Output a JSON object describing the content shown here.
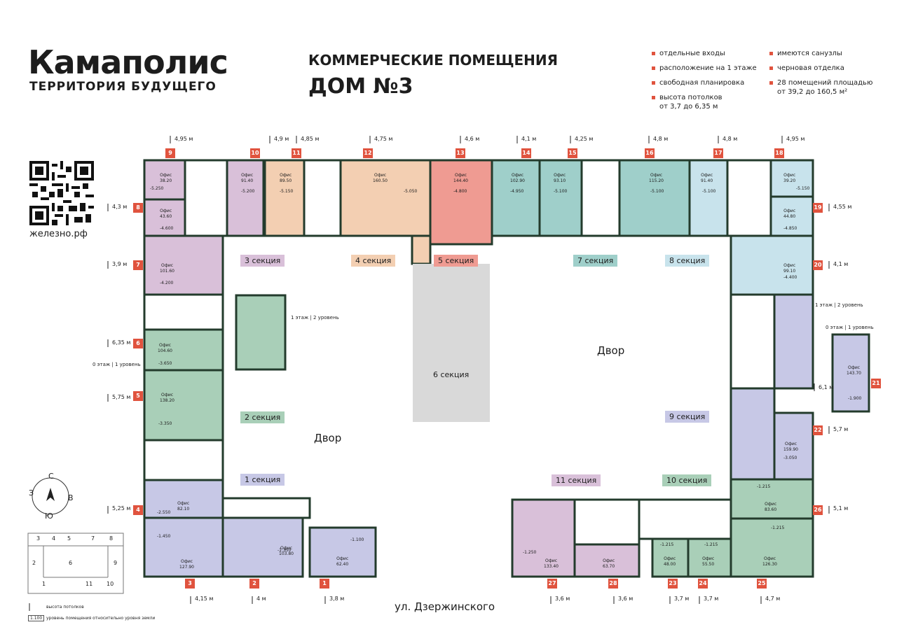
{
  "logo": {
    "name": "Камаполис",
    "tagline": "ТЕРРИТОРИЯ БУДУЩЕГО"
  },
  "website": "железно.рф",
  "heading": {
    "line1": "КОММЕРЧЕСКИЕ ПОМЕЩЕНИЯ",
    "line2": "ДОМ №3"
  },
  "features": [
    "отдельные входы",
    "расположение на 1 этаже",
    "свободная планировка",
    "высота потолков",
    "от 3,7 до 6,35 м",
    "имеются санузлы",
    "черновая отделка",
    "28 помещений площадью",
    "от 39,2 до 160,5 м²"
  ],
  "sections": [
    "1 секция",
    "2 секция",
    "3 секция",
    "4 секция",
    "5 секция",
    "6 секция",
    "7 секция",
    "8 секция",
    "9 секция",
    "10 секция",
    "11 секция"
  ],
  "courtyard": "Двор",
  "street": "ул. Дзержинского",
  "level_notes": [
    "1 этаж | 2 уровень",
    "0 этаж | 1 уровень",
    "1 этаж | 2 уровень",
    "0 этаж | 1 уровень"
  ],
  "compass": {
    "n": "С",
    "s": "Ю",
    "w": "З",
    "e": "В"
  },
  "legend": {
    "height": "высота потолков",
    "level_value": "1.100",
    "level": "уровень помещения относительно уровня земли"
  },
  "colors": {
    "accent": "#e0533e",
    "purple": "#d9c0d9",
    "peach": "#f3cfb2",
    "salmon": "#ef9b92",
    "teal": "#9fcfca",
    "light_blue": "#c8e3ec",
    "green": "#a9cfb8",
    "lavender": "#c7c8e6",
    "grey": "#d9d9d9",
    "wall": "#233b2c"
  },
  "rooms": [
    {
      "n": "1",
      "label": "Офис",
      "area": "62.40",
      "h": "3,8 м",
      "lvl": "-1.100"
    },
    {
      "n": "2",
      "label": "Офис",
      "area": "103.80",
      "h": "4 м",
      "lvl": "-1.350"
    },
    {
      "n": "3",
      "label": "Офис",
      "area": "127.90",
      "h": "4,15 м",
      "lvl": "-1.450"
    },
    {
      "n": "4",
      "label": "Офис",
      "area": "82.10",
      "h": "5,25 м",
      "lvl": "-2.550"
    },
    {
      "n": "5",
      "label": "Офис",
      "area": "138.20",
      "h": "5,75 м",
      "lvl": "-3.350"
    },
    {
      "n": "6",
      "label": "Офис",
      "area": "104.60",
      "h": "6,35 м",
      "lvl": "-3.650"
    },
    {
      "n": "7",
      "label": "Офис",
      "area": "101.60",
      "h": "3,9 м",
      "lvl": "-4.200"
    },
    {
      "n": "8",
      "label": "Офис",
      "area": "43.60",
      "h": "4,3 м",
      "lvl": "-4.600"
    },
    {
      "n": "9",
      "label": "Офис",
      "area": "38.20",
      "h": "4,95 м",
      "lvl": "-5.250"
    },
    {
      "n": "10",
      "label": "Офис",
      "area": "91.40",
      "h": "4,9 м",
      "lvl": "-5.200"
    },
    {
      "n": "11",
      "label": "Офис",
      "area": "89.50",
      "h": "4,85 м",
      "lvl": "-5.150"
    },
    {
      "n": "12",
      "label": "Офис",
      "area": "160.50",
      "h": "4,75 м",
      "lvl": "-5.050"
    },
    {
      "n": "13",
      "label": "Офис",
      "area": "144.40",
      "h": "4,6 м",
      "lvl": "-4.800"
    },
    {
      "n": "14",
      "label": "Офис",
      "area": "102.90",
      "h": "4,1 м",
      "lvl": "-4.950"
    },
    {
      "n": "15",
      "label": "Офис",
      "area": "93.10",
      "h": "4,25 м",
      "lvl": "-5.100"
    },
    {
      "n": "16",
      "label": "Офис",
      "area": "115.20",
      "h": "4,8 м",
      "lvl": "-5.100"
    },
    {
      "n": "17",
      "label": "Офис",
      "area": "91.40",
      "h": "4,8 м",
      "lvl": "-5.100"
    },
    {
      "n": "18",
      "label": "Офис",
      "area": "39.20",
      "h": "4,95 м",
      "lvl": "-5.150"
    },
    {
      "n": "19",
      "label": "Офис",
      "area": "44.80",
      "h": "4,55 м",
      "lvl": "-4.850"
    },
    {
      "n": "20",
      "label": "Офис",
      "area": "99.10",
      "h": "4,1 м",
      "lvl": "-4.400"
    },
    {
      "n": "21",
      "label": "Офис",
      "area": "143.70",
      "h": "",
      "lvl": "-1.900"
    },
    {
      "n": "22",
      "label": "Офис",
      "area": "159.90",
      "h": "5,7 м",
      "lvl": "-3.050"
    },
    {
      "n": "23",
      "label": "Офис",
      "area": "48.00",
      "h": "3,7 м",
      "lvl": "-1.215"
    },
    {
      "n": "24",
      "label": "Офис",
      "area": "55.50",
      "h": "3,7 м",
      "lvl": "-1.215"
    },
    {
      "n": "25",
      "label": "Офис",
      "area": "126.30",
      "h": "4,7 м",
      "lvl": "-1.215"
    },
    {
      "n": "26",
      "label": "Офис",
      "area": "83.60",
      "h": "5,1 м",
      "lvl": "-1.215"
    },
    {
      "n": "27",
      "label": "Офис",
      "area": "133.40",
      "h": "3,6 м",
      "lvl": "-1.250"
    },
    {
      "n": "28",
      "label": "Офис",
      "area": "63.70",
      "h": "3,6 м",
      "lvl": ""
    }
  ],
  "extra_heights": [
    "6,1 м"
  ]
}
